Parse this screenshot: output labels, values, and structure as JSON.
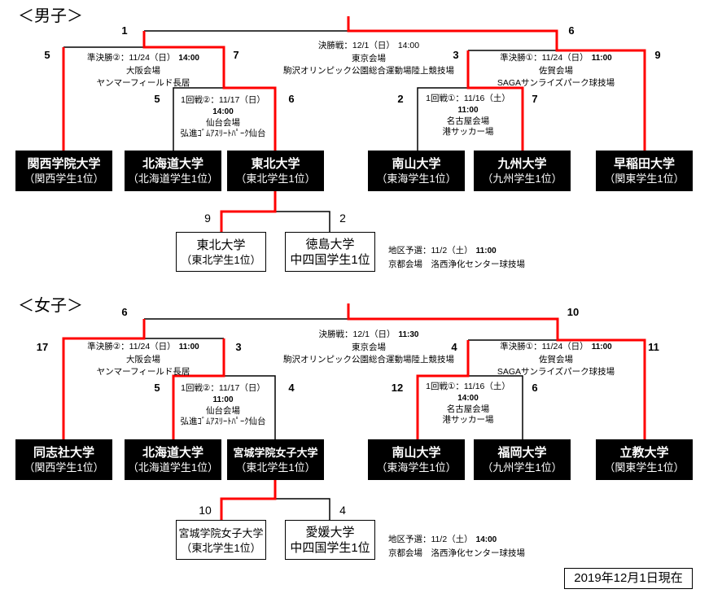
{
  "men": {
    "title": "＜男子＞",
    "final": {
      "label": "決勝戦：12/1（日）",
      "time": "14:00",
      "venue": "東京会場",
      "stadium": "駒沢オリンピック公園総合運動場陸上競技場"
    },
    "semi2": {
      "label": "準決勝②：11/24（日）",
      "time": "14:00",
      "venue": "大阪会場",
      "stadium": "ヤンマーフィールド長居"
    },
    "semi1": {
      "label": "準決勝①：11/24（日）",
      "time": "11:00",
      "venue": "佐賀会場",
      "stadium": "SAGAサンライズパーク球技場"
    },
    "round1_2": {
      "label": "1回戦②：11/17（日）",
      "time": "14:00",
      "venue": "仙台会場",
      "stadium": "弘進ｺﾞﾑｱｽﾘｰﾄﾊﾟｰｸ仙台"
    },
    "round1_1": {
      "label": "1回戦①：11/16（土）",
      "time": "11:00",
      "venue": "名古屋会場",
      "stadium": "港サッカー場"
    },
    "regional": {
      "label": "地区予選：11/2（土）",
      "time": "11:00",
      "venue": "京都会場　洛西浄化センター球技場"
    },
    "scores": {
      "final_left": "1",
      "final_right": "6",
      "semi2_left": "5",
      "semi2_right": "7",
      "semi1_left": "3",
      "semi1_right": "9",
      "r1_2_left": "5",
      "r1_2_right": "6",
      "r1_1_left": "2",
      "r1_1_right": "7",
      "regional_left": "9",
      "regional_right": "2"
    },
    "teams": [
      {
        "name": "関西学院大学",
        "sub": "（関西学生1位）"
      },
      {
        "name": "北海道大学",
        "sub": "（北海道学生1位）"
      },
      {
        "name": "東北大学",
        "sub": "（東北学生1位）"
      },
      {
        "name": "南山大学",
        "sub": "（東海学生1位）"
      },
      {
        "name": "九州大学",
        "sub": "（九州学生1位）"
      },
      {
        "name": "早稲田大学",
        "sub": "（関東学生1位）"
      }
    ],
    "regional_teams": [
      {
        "name": "東北大学",
        "sub": "（東北学生1位）"
      },
      {
        "name": "徳島大学",
        "sub": "中四国学生1位"
      }
    ]
  },
  "women": {
    "title": "＜女子＞",
    "final": {
      "label": "決勝戦：12/1（日）",
      "time": "11:30",
      "venue": "東京会場",
      "stadium": "駒沢オリンピック公園総合運動場陸上競技場"
    },
    "semi2": {
      "label": "準決勝②：11/24（日）",
      "time": "11:00",
      "venue": "大阪会場",
      "stadium": "ヤンマーフィールド長居"
    },
    "semi1": {
      "label": "準決勝①：11/24（日）",
      "time": "11:00",
      "venue": "佐賀会場",
      "stadium": "SAGAサンライズパーク球技場"
    },
    "round1_2": {
      "label": "1回戦②：11/17（日）",
      "time": "11:00",
      "venue": "仙台会場",
      "stadium": "弘進ｺﾞﾑｱｽﾘｰﾄﾊﾟｰｸ仙台"
    },
    "round1_1": {
      "label": "1回戦①：11/16（土）",
      "time": "14:00",
      "venue": "名古屋会場",
      "stadium": "港サッカー場"
    },
    "regional": {
      "label": "地区予選：11/2（土）",
      "time": "14:00",
      "venue": "京都会場　洛西浄化センター球技場"
    },
    "scores": {
      "final_left": "6",
      "final_right": "10",
      "semi2_left": "17",
      "semi2_right": "3",
      "semi1_left": "4",
      "semi1_right": "11",
      "r1_2_left": "5",
      "r1_2_right": "4",
      "r1_1_left": "12",
      "r1_1_right": "6",
      "regional_left": "10",
      "regional_right": "4"
    },
    "teams": [
      {
        "name": "同志社大学",
        "sub": "（関西学生1位）"
      },
      {
        "name": "北海道大学",
        "sub": "（北海道学生1位）"
      },
      {
        "name": "宮城学院女子大学",
        "sub": "（東北学生1位）"
      },
      {
        "name": "南山大学",
        "sub": "（東海学生1位）"
      },
      {
        "name": "福岡大学",
        "sub": "（九州学生1位）"
      },
      {
        "name": "立教大学",
        "sub": "（関東学生1位）"
      }
    ],
    "regional_teams": [
      {
        "name": "宮城学院女子大学",
        "sub": "（東北学生1位）"
      },
      {
        "name": "愛媛大学",
        "sub": "中四国学生1位"
      }
    ]
  },
  "as_of": "2019年12月1日現在",
  "colors": {
    "winner_line": "#ff0000",
    "line": "#000000",
    "team_box": "#000000"
  }
}
